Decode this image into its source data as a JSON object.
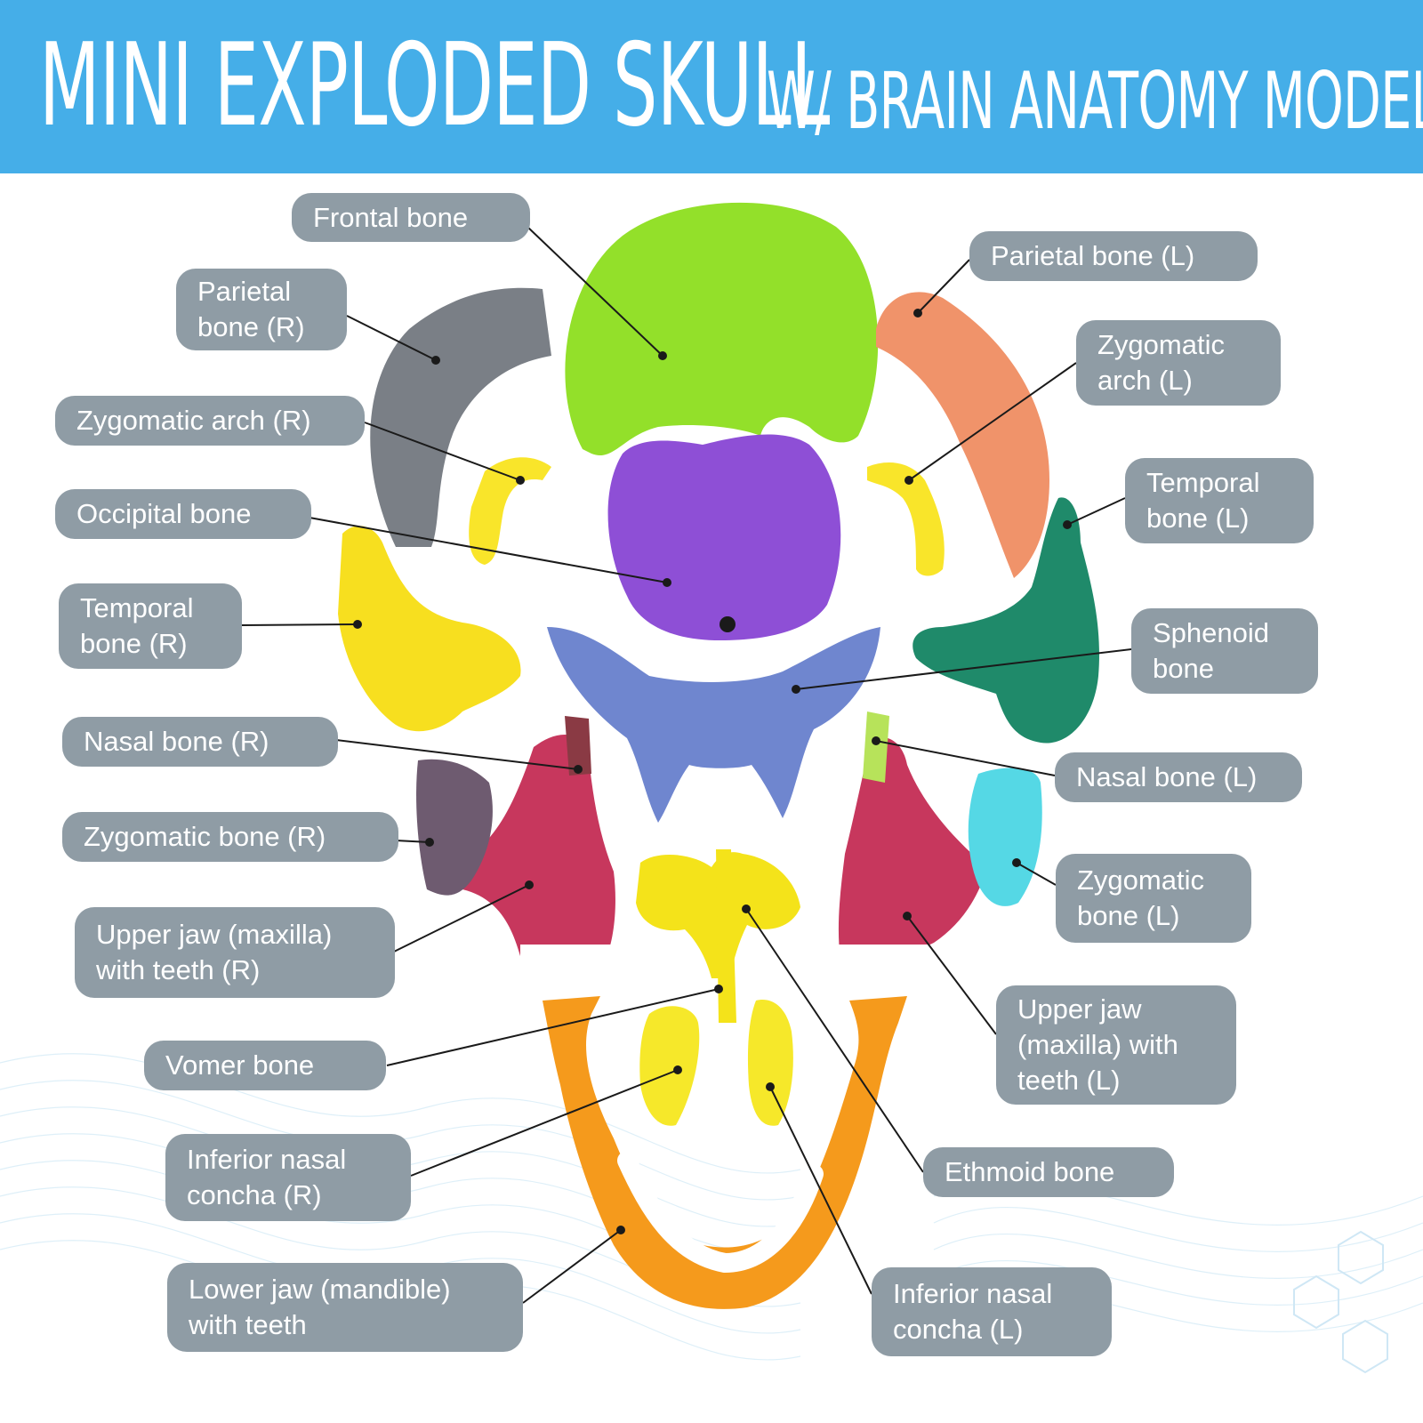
{
  "title": {
    "main": "MINI EXPLODED SKULL",
    "sub": "W/ BRAIN ANATOMY MODEL"
  },
  "colors": {
    "banner": "#45aee8",
    "label_bg": "#8f9ca5",
    "label_text": "#ffffff",
    "frontal": "#93e02a",
    "parietal_r": "#7a7f86",
    "parietal_l": "#f0936a",
    "occipital": "#8e4fd6",
    "sphenoid": "#6f86cf",
    "temporal_r": "#f7df1f",
    "temporal_l": "#1f8a6a",
    "zygomatic_arch": "#f9e52a",
    "maxilla": "#c7375d",
    "zygomatic_r": "#6e5b70",
    "zygomatic_l": "#55d8e5",
    "ethmoid": "#f4e31a",
    "mandible": "#f59a1c",
    "teeth": "#ffffff"
  },
  "labels": {
    "frontal_bone": "Frontal bone",
    "parietal_bone_r": "Parietal bone (R)",
    "parietal_bone_l": "Parietal bone (L)",
    "zygomatic_arch_r": "Zygomatic arch (R)",
    "zygomatic_arch_l": "Zygomatic arch (L)",
    "occipital_bone": "Occipital bone",
    "temporal_bone_r": "Temporal bone (R)",
    "temporal_bone_l": "Temporal bone (L)",
    "sphenoid_bone": "Sphenoid bone",
    "nasal_bone_r": "Nasal bone (R)",
    "nasal_bone_l": "Nasal bone (L)",
    "zygomatic_bone_r": "Zygomatic bone (R)",
    "zygomatic_bone_l": "Zygomatic bone (L)",
    "upper_jaw_r": "Upper jaw (maxilla) with teeth (R)",
    "upper_jaw_l": "Upper jaw (maxilla) with teeth (L)",
    "vomer_bone": "Vomer bone",
    "ethmoid_bone": "Ethmoid bone",
    "inferior_nasal_concha_r": "Inferior nasal concha (R)",
    "inferior_nasal_concha_l": "Inferior nasal concha (L)",
    "lower_jaw": "Lower jaw (mandible) with teeth"
  }
}
